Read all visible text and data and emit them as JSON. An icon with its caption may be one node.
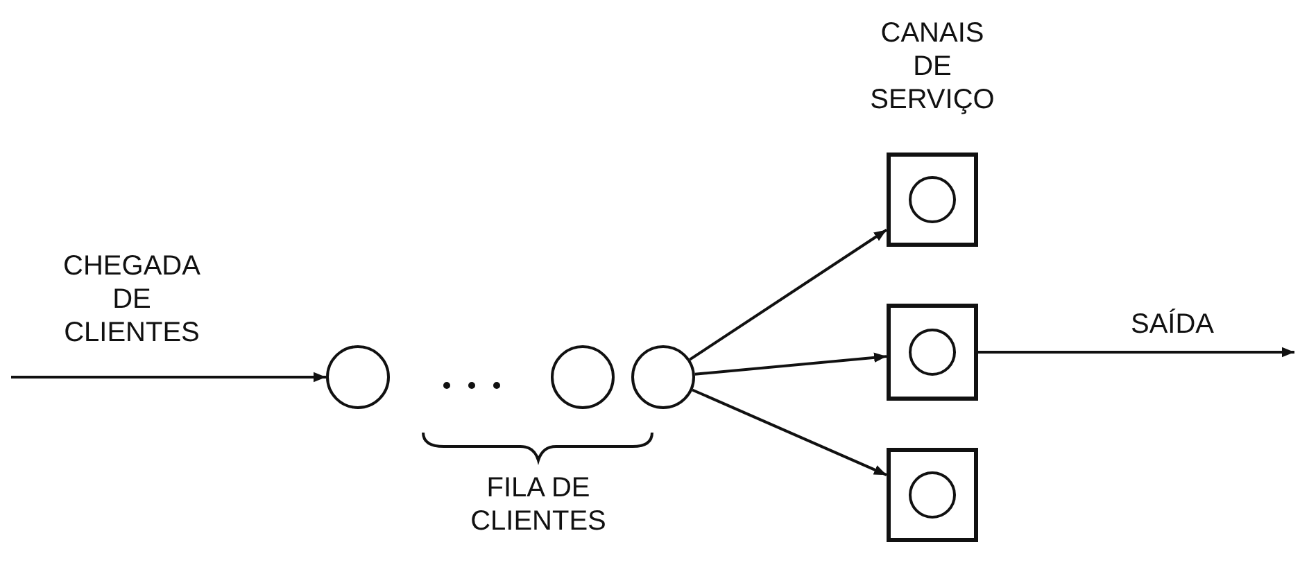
{
  "diagram": {
    "nodes": [
      {
        "text": [],
        "shape": "circle"
      },
      {
        "text": [],
        "shape": "circle"
      },
      {
        "text": [],
        "shape": "circle"
      },
      {
        "text": [],
        "shape": "box"
      },
      {
        "text": [],
        "shape": "circle",
        "in": 3
      },
      {
        "text": [],
        "shape": "box"
      },
      {
        "text": [],
        "shape": "circle",
        "in": 5
      },
      {
        "text": [],
        "shape": "box"
      },
      {
        "text": [],
        "shape": "circle",
        "in": 7
      }
    ],
    "edges": [
      {
        "from": null,
        "to": 0,
        "arrow": "to",
        "label": "CHEGADA DE CLIENTES"
      },
      {
        "from": 2,
        "to": 3,
        "arrow": "to"
      },
      {
        "from": 2,
        "to": 5,
        "arrow": "to"
      },
      {
        "from": 2,
        "to": 7,
        "arrow": "to"
      },
      {
        "from": 5,
        "to": null,
        "arrow": "to",
        "label": "SAÍDA"
      }
    ],
    "labels": [
      "FILA DE CLIENTES",
      "CANAIS DE SERVIÇO"
    ]
  }
}
